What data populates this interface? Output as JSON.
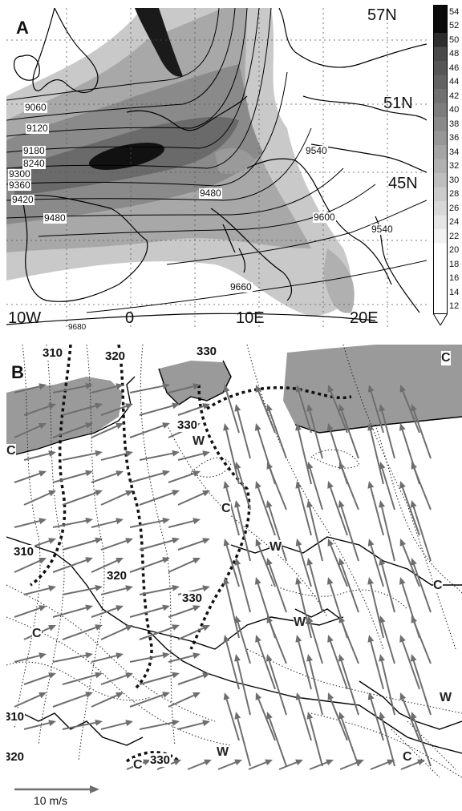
{
  "panel_a": {
    "letter": "A",
    "lat_labels": [
      "57N",
      "51N",
      "45N"
    ],
    "lon_labels": [
      "10W",
      "0",
      "10E",
      "20E"
    ],
    "contour_labels": [
      "9060",
      "9120",
      "9180",
      "8240",
      "9300",
      "9360",
      "9420",
      "9480",
      "9480",
      "9540",
      "9600",
      "9540",
      "9660",
      "9680"
    ],
    "colorbar_ticks": [
      "54",
      "52",
      "50",
      "48",
      "46",
      "44",
      "42",
      "40",
      "38",
      "36",
      "34",
      "32",
      "30",
      "28",
      "26",
      "24",
      "22",
      "20",
      "18",
      "16",
      "14",
      "12"
    ],
    "shade_color": "#7a7a7a",
    "jet_core_color": "#111111"
  },
  "panel_b": {
    "letter": "B",
    "contour_labels": [
      "310",
      "320",
      "330",
      "330",
      "310",
      "320",
      "330",
      "310",
      "320",
      "330"
    ],
    "symbols": [
      "C",
      "C",
      "W",
      "C",
      "W",
      "C",
      "W",
      "C",
      "W",
      "W",
      "C",
      "C"
    ],
    "arrow_color": "#6e6e6e",
    "shade_color": "#9a9a9a"
  },
  "scale": {
    "label": "10 m/s"
  }
}
